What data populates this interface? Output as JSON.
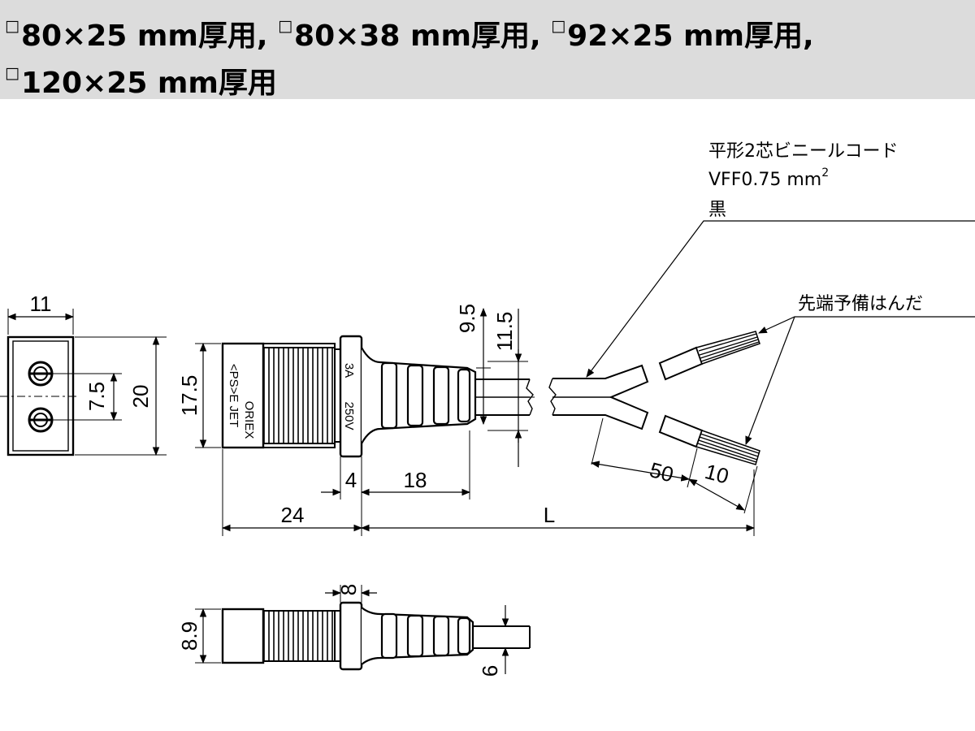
{
  "header": {
    "line1": [
      {
        "prefix": "□",
        "text": "80×25 mm厚用,"
      },
      {
        "prefix": "□",
        "text": "80×38 mm厚用,"
      },
      {
        "prefix": "□",
        "text": "92×25 mm厚用,"
      }
    ],
    "line2": [
      {
        "prefix": "□",
        "text": "120×25 mm厚用"
      }
    ]
  },
  "annotations": {
    "cord_line1": "平形2芯ビニールコード",
    "cord_line2": "VFF0.75 mm",
    "cord_sup": "2",
    "cord_line3": "黒",
    "tip": "先端予備はんだ"
  },
  "markings": {
    "brand_a": "<PS>E JET",
    "brand_b": "ORIEX",
    "rating_a": "3A",
    "rating_b": "250V"
  },
  "dimensions": {
    "front_width": "11",
    "front_pitch": "7.5",
    "front_height": "20",
    "body_height": "17.5",
    "cord_a": "9.5",
    "cord_b": "11.5",
    "flange": "4",
    "boot": "18",
    "plug_length": "24",
    "cord_length": "L",
    "strip_a": "50",
    "strip_b": "10",
    "side_thickness": "8.9",
    "side_flange": "8",
    "side_cord": "6"
  }
}
